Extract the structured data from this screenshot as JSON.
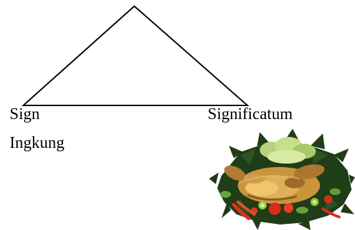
{
  "diagram": {
    "sign_label": "Sign",
    "sign_example": "Ingkung",
    "significatum_label": "Significatum"
  },
  "image": {
    "subject": "ingkung-dish-photo"
  },
  "colors": {
    "line": "#000000",
    "text": "#000000",
    "background": "#ffffff"
  }
}
